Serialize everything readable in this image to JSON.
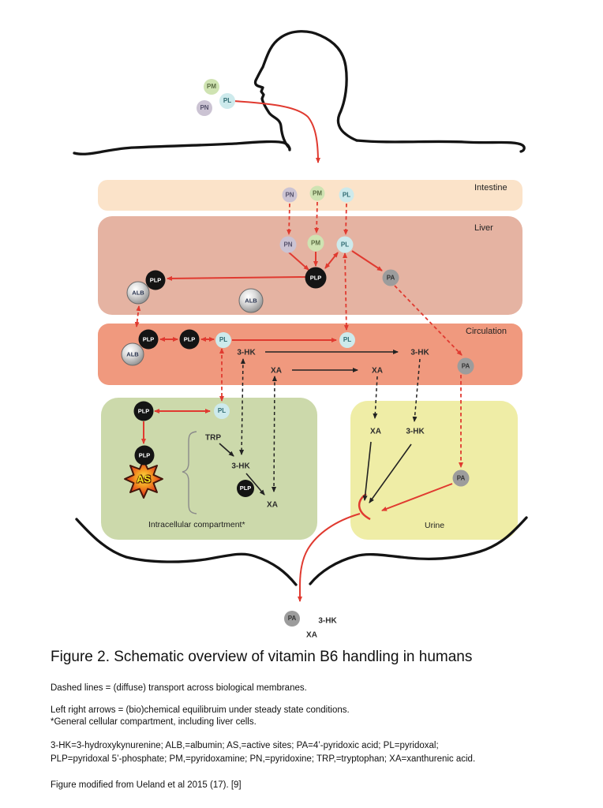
{
  "figure_caption": {
    "title": "Figure 2. Schematic overview of vitamin B6 handling in humans",
    "note_dashed": "Dashed lines =  (diffuse) transport across biological membranes.",
    "note_arrows": "Left right arrows = (bio)chemical equilibruim under steady state conditions.",
    "note_general": "*General cellular compartment, including liver cells.",
    "abbrev_line1": "3-HK=3-hydroxykynurenine; ALB,=albumin; AS,=active sites; PA=4’-pyridoxic acid; PL=pyridoxal;",
    "abbrev_line2": "PLP=pyridoxal 5’-phosphate; PM,=pyridoxamine; PN,=pyridoxine; TRP,=tryptophan; XA=xanthurenic acid.",
    "source": "Figure modified from Ueland et al 2015 (17).  [9]"
  },
  "compartments": {
    "intestine": "Intestine",
    "liver": "Liver",
    "circulation": "Circulation",
    "intracellular": "Intracellular compartment*",
    "urine": "Urine"
  },
  "vitamers": {
    "pm": "PM",
    "pn": "PN",
    "pl": "PL",
    "plp": "PLP",
    "alb": "ALB",
    "pa": "PA",
    "as": "AS"
  },
  "metabolites": {
    "trp": "TRP",
    "hk3": "3-HK",
    "xa": "XA"
  },
  "colors": {
    "red_arrow": "#e03a30",
    "black_arrow": "#222222",
    "intestine_fill": "#fbe3c9",
    "liver_fill": "#e5b3a2",
    "circulation_fill": "#f0997e",
    "intracellular_fill": "#ccd9ab",
    "urine_fill": "#efeda6"
  }
}
